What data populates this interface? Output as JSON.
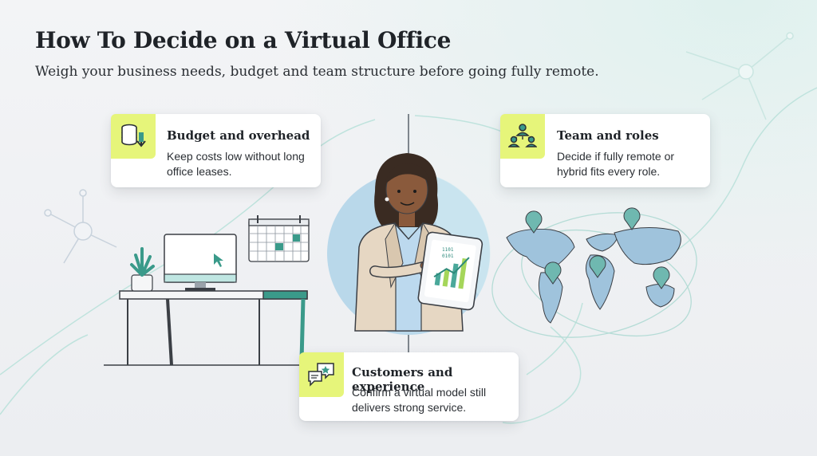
{
  "header": {
    "title": "How To Decide on a Virtual Office",
    "subtitle": "Weigh your business needs, budget and team structure before going fully remote."
  },
  "cards": [
    {
      "title": "Budget and overhead",
      "text": "Keep costs low without long office leases.",
      "icon": "coins-down-icon"
    },
    {
      "title": "Team and roles",
      "text": "Decide if fully remote or hybrid fits every role.",
      "icon": "team-structure-icon"
    },
    {
      "title": "Customers and experience",
      "text": "Confirm a virtual model still delivers strong service.",
      "icon": "chat-star-icon"
    }
  ],
  "illustrations": {
    "tablet_text_line1": "1101",
    "tablet_text_line2": "0101"
  },
  "colors": {
    "accent_lime": "#e6f57a",
    "accent_teal": "#3a9a8a",
    "map_blue": "#9fc3dc"
  }
}
